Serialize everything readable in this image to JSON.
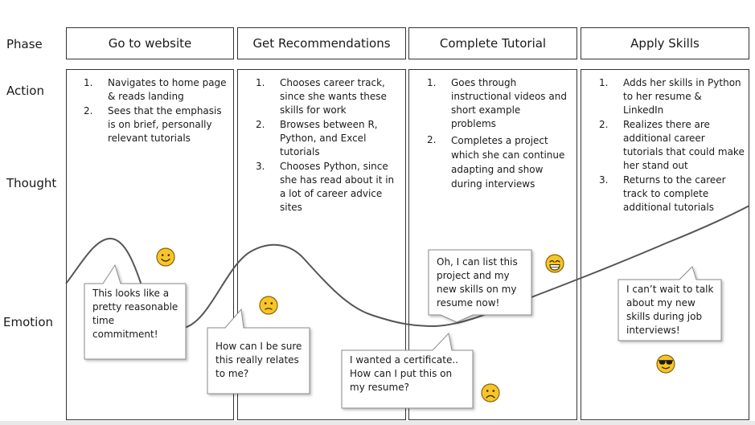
{
  "rows": {
    "phase": "Phase",
    "action": "Action",
    "thought": "Thought",
    "emotion": "Emotion"
  },
  "phases": [
    {
      "title": "Go to website",
      "actions": [
        {
          "num": "1.",
          "text": "Navigates to home page & reads landing"
        },
        {
          "num": "2.",
          "text": "Sees that the emphasis is on brief, personally relevant tutorials"
        }
      ]
    },
    {
      "title": "Get Recommendations",
      "actions": [
        {
          "num": "1.",
          "text": "Chooses career track, since she wants these skills for work"
        },
        {
          "num": "2.",
          "text": "Browses between R, Python, and Excel tutorials"
        },
        {
          "num": "3.",
          "text": "Chooses Python, since she has read about it in a lot of career advice sites"
        }
      ]
    },
    {
      "title": "Complete Tutorial",
      "actions": [
        {
          "num": "1.",
          "text": "Goes through instructional videos and short example problems"
        },
        {
          "num": "2.",
          "text": "Completes a project which she can continue adapting and show during interviews"
        }
      ]
    },
    {
      "title": "Apply Skills",
      "actions": [
        {
          "num": "1.",
          "text": "Adds her skills in Python to her resume & LinkedIn"
        },
        {
          "num": "2.",
          "text": "Realizes there are additional career tutorials that could make her stand out"
        },
        {
          "num": "3.",
          "text": "Returns to the career track to complete additional tutorials"
        }
      ]
    }
  ],
  "thoughts": [
    {
      "text": "This looks like a\npretty reasonable\ntime\ncommitment!"
    },
    {
      "text": "How can I be sure\nthis really relates\nto me?"
    },
    {
      "text": "I wanted a certificate..\nHow can I put this on\nmy resume?"
    },
    {
      "text": "Oh, I can list this\nproject and my\nnew skills on my\nresume now!"
    },
    {
      "text": "I can’t wait to talk\nabout my new\nskills during job\ninterviews!"
    }
  ],
  "emojis": [
    {
      "name": "smiling-face-icon",
      "mood": "happy"
    },
    {
      "name": "frowning-face-icon",
      "mood": "unsure"
    },
    {
      "name": "sad-face-icon",
      "mood": "sad"
    },
    {
      "name": "grinning-face-icon",
      "mood": "grin"
    },
    {
      "name": "sunglasses-face-icon",
      "mood": "cool"
    }
  ],
  "colors": {
    "emoji_fill": "#F7C52B",
    "emoji_stroke": "#8a6500",
    "curve": "#555555",
    "border": "#333333"
  }
}
